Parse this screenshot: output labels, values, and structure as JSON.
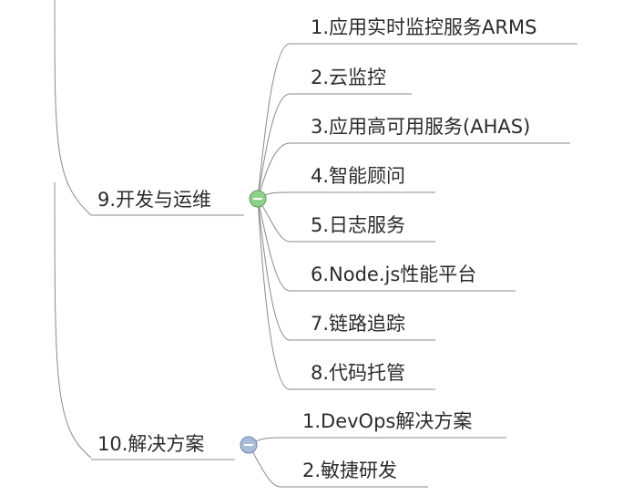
{
  "mindmap": {
    "nodes": [
      {
        "label": "9.开发与运维",
        "toggle_color": "#7cc576",
        "children": [
          "1.应用实时监控服务ARMS",
          "2.云监控",
          "3.应用高可用服务(AHAS)",
          "4.智能顾问",
          "5.日志服务",
          "6.Node.js性能平台",
          "7.链路追踪",
          "8.代码托管"
        ]
      },
      {
        "label": "10.解决方案",
        "toggle_color": "#8fa7c9",
        "children": [
          "1.DevOps解决方案",
          "2.敏捷研发"
        ]
      }
    ]
  }
}
